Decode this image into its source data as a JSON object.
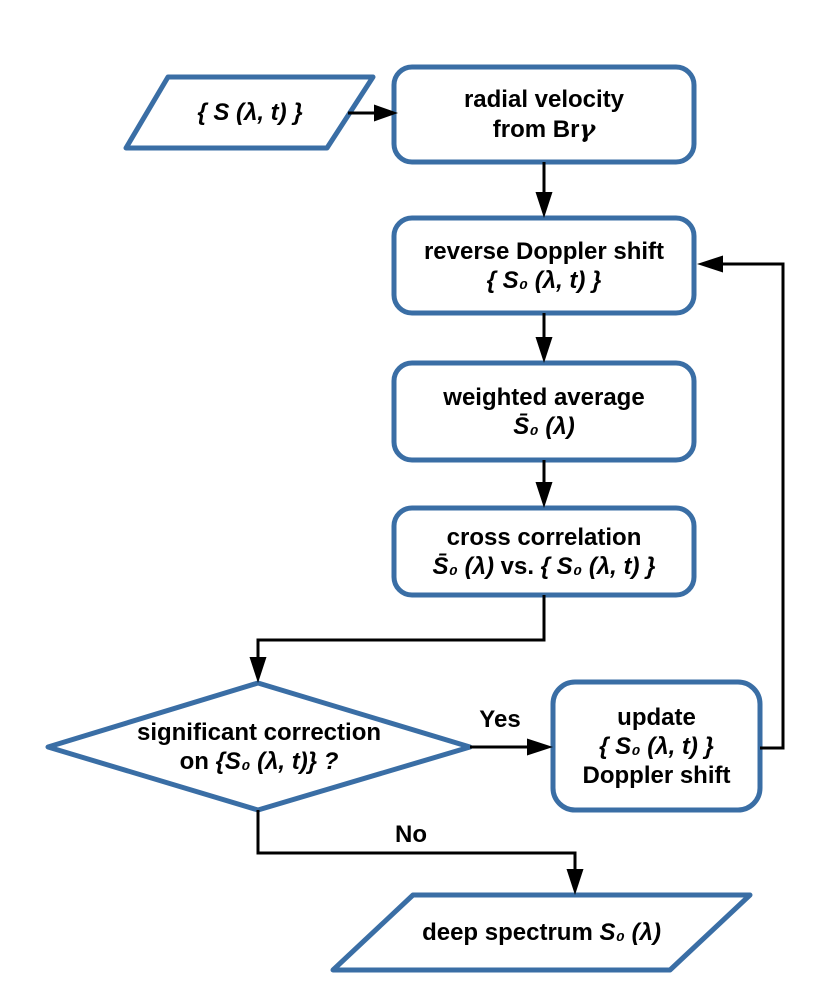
{
  "colors": {
    "shape_border": "#3a6ea5",
    "connector": "#000000",
    "text": "#000000",
    "background": "#ffffff"
  },
  "flowchart": {
    "nodes": {
      "input": {
        "math": "{ S (λ, t) }"
      },
      "radial_velocity": {
        "line1": "radial velocity",
        "line2_text": "from Br",
        "line2_gamma": "γ"
      },
      "reverse_doppler": {
        "line1": "reverse Doppler shift",
        "line2_math": "{ S₀ (λ, t) }"
      },
      "weighted_average": {
        "line1": "weighted average",
        "line2_math": "S̄₀ (λ)"
      },
      "cross_correlation": {
        "line1": "cross correlation",
        "line2_math_a": "S̄₀ (λ) ",
        "line2_text": "vs. ",
        "line2_math_b": "{ S₀ (λ, t) }"
      },
      "decision": {
        "line1": "significant correction",
        "line2_text": "on ",
        "line2_math": "{S₀ (λ, t)} ?"
      },
      "update": {
        "line1": "update",
        "line2_math": "{ S₀ (λ, t) }",
        "line3": "Doppler shift"
      },
      "output": {
        "text": "deep spectrum ",
        "math": "S₀ (λ)"
      }
    },
    "edge_labels": {
      "yes": "Yes",
      "no": "No"
    }
  }
}
